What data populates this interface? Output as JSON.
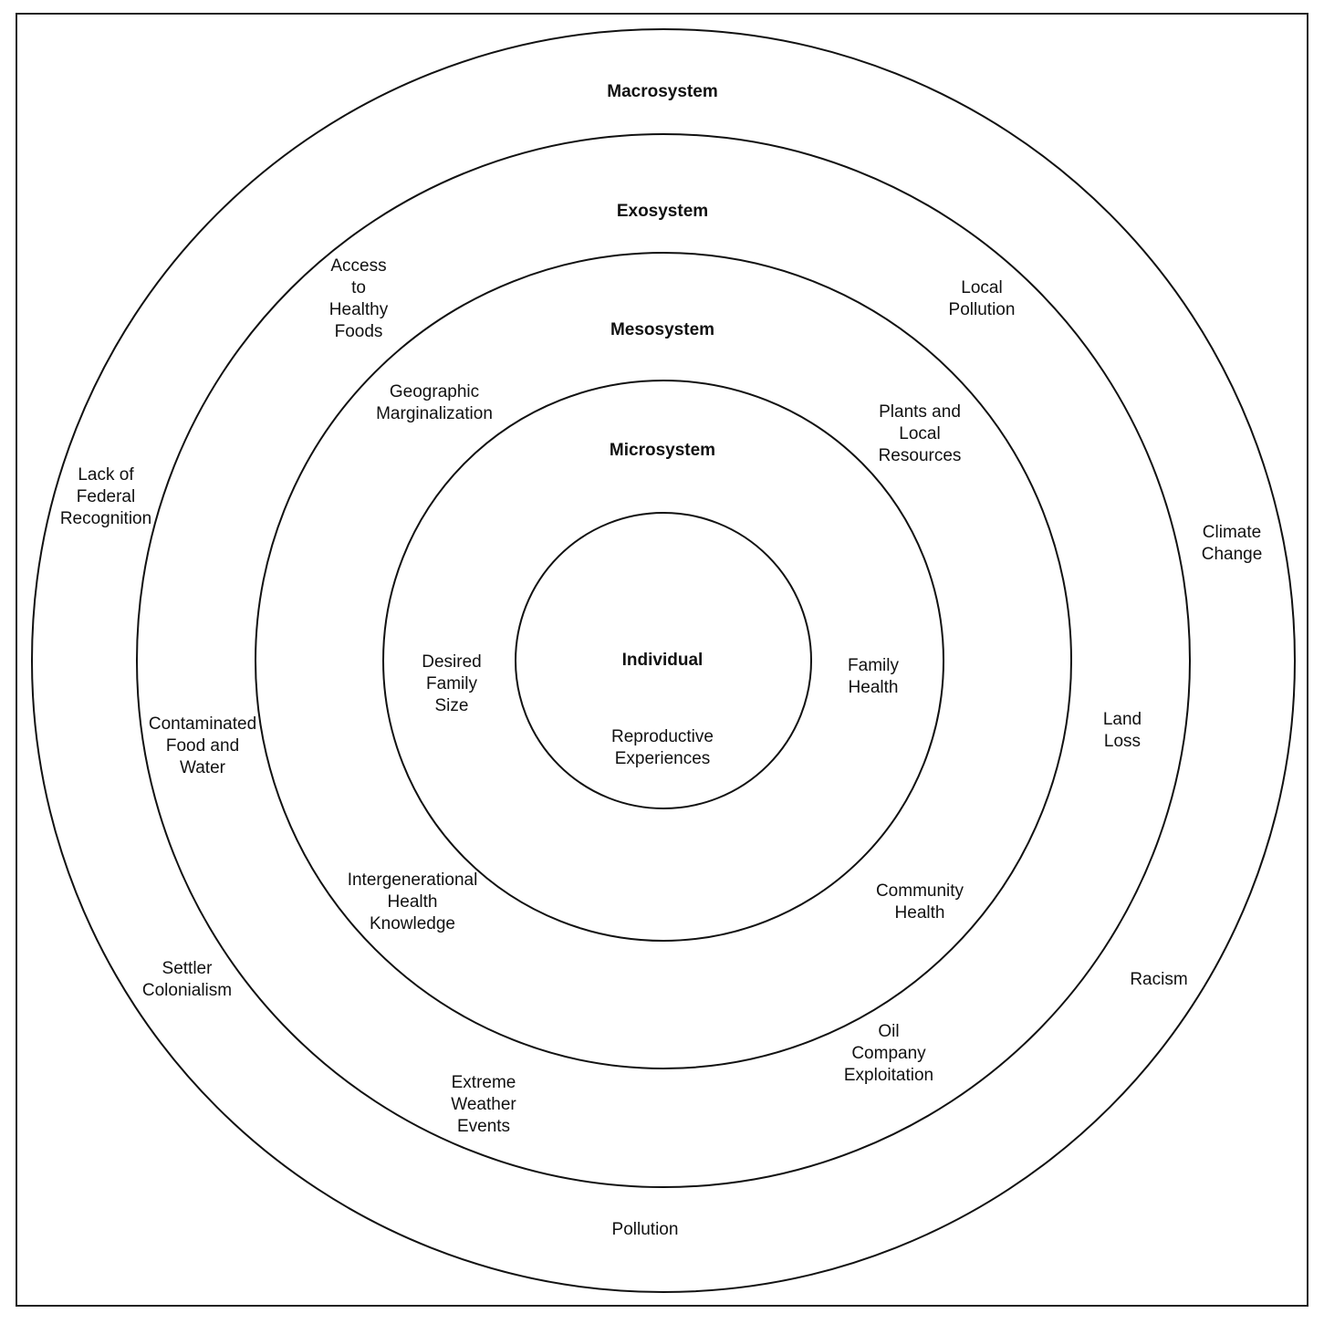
{
  "diagram": {
    "layers": [
      {
        "id": "individual",
        "title": "Individual",
        "items": [
          "Reproductive\nExperiences"
        ]
      },
      {
        "id": "microsystem",
        "title": "Microsystem",
        "items": [
          "Desired\nFamily\nSize",
          "Family\nHealth"
        ]
      },
      {
        "id": "mesosystem",
        "title": "Mesosystem",
        "items": [
          "Geographic\nMarginalization",
          "Plants and\nLocal\nResources",
          "Intergenerational\nHealth\nKnowledge",
          "Community\nHealth"
        ]
      },
      {
        "id": "exosystem",
        "title": "Exosystem",
        "items": [
          "Access\nto\nHealthy\nFoods",
          "Local\nPollution",
          "Contaminated\nFood and\nWater",
          "Land\nLoss",
          "Extreme\nWeather\nEvents",
          "Oil\nCompany\nExploitation"
        ]
      },
      {
        "id": "macrosystem",
        "title": "Macrosystem",
        "items": [
          "Lack of\nFederal\nRecognition",
          "Climate\nChange",
          "Settler\nColonialism",
          "Racism",
          "Pollution"
        ]
      }
    ],
    "colors": {
      "line": "#111111",
      "background": "#ffffff",
      "text": "#111111"
    }
  }
}
